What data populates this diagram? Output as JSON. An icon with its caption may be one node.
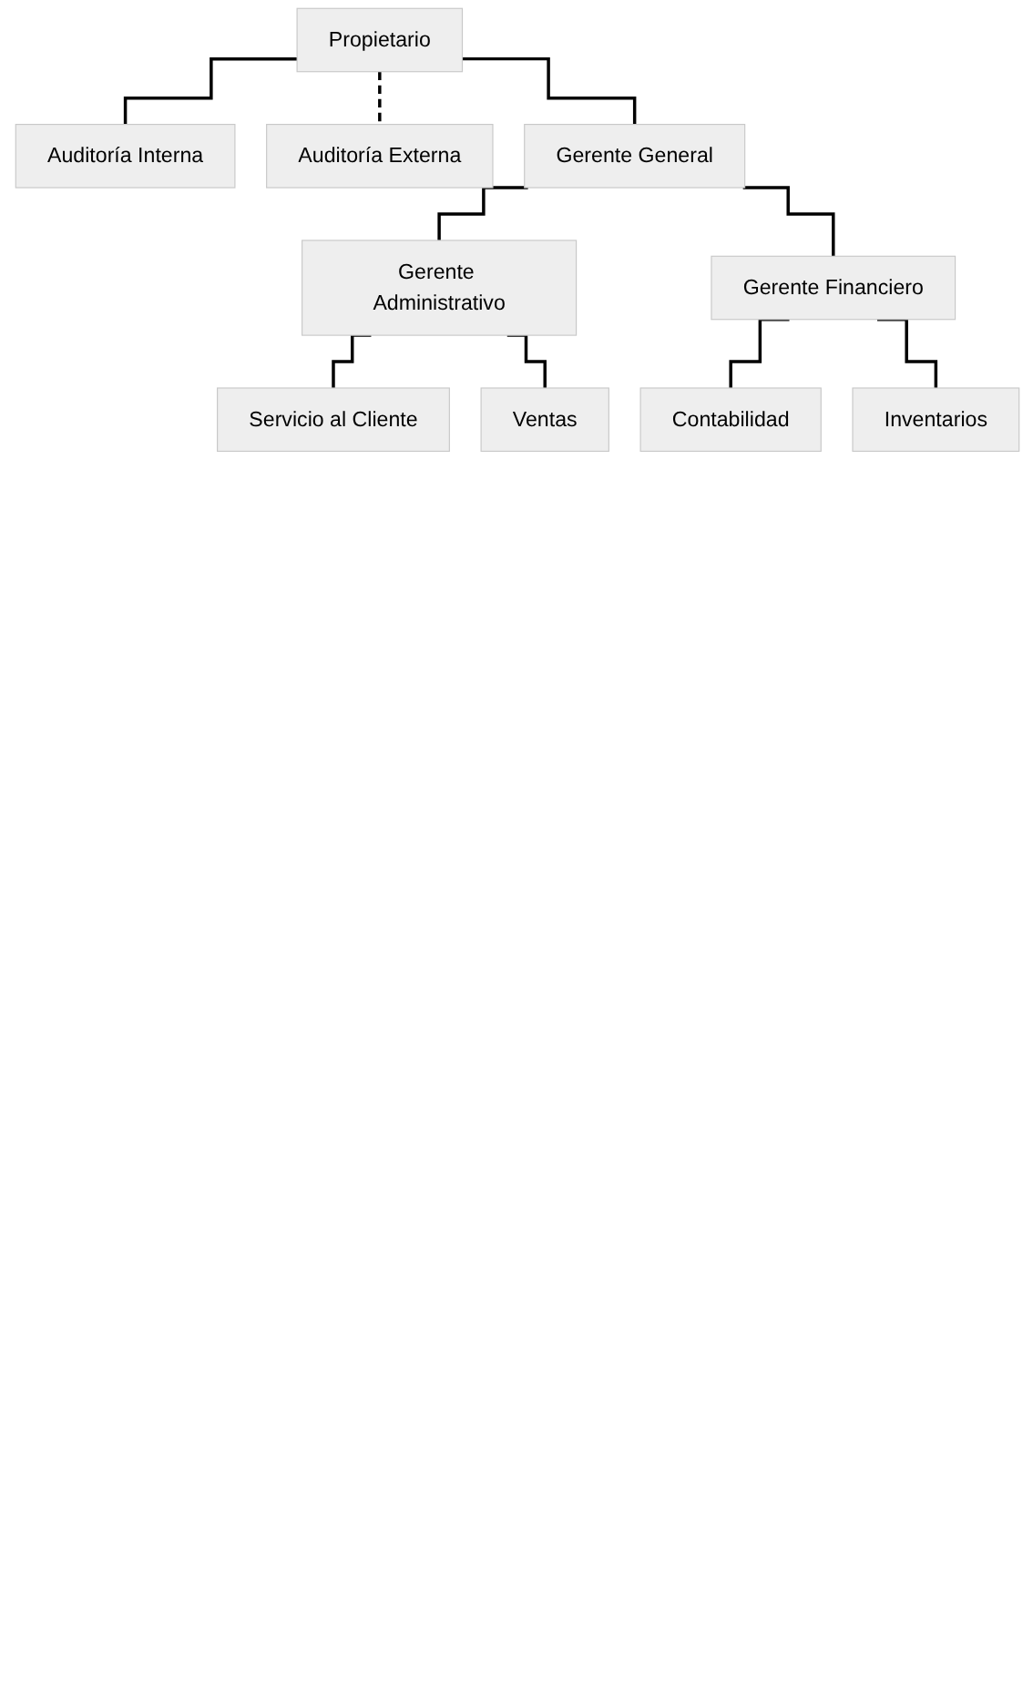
{
  "diagram": {
    "nodes": [
      {
        "text": [
          "Propietario"
        ]
      },
      {
        "text": [
          "Auditoría Interna"
        ]
      },
      {
        "text": [
          "Auditoría Externa"
        ]
      },
      {
        "text": [
          "Gerente General"
        ]
      },
      {
        "text": [
          "Gerente Administrativo"
        ]
      },
      {
        "text": [
          "Gerente Financiero"
        ]
      },
      {
        "text": [
          "Servicio al Cliente"
        ]
      },
      {
        "text": [
          "Ventas"
        ]
      },
      {
        "text": [
          "Contabilidad"
        ]
      },
      {
        "text": [
          "Inventarios"
        ]
      }
    ],
    "edges": [
      {
        "from": 0,
        "to": 1,
        "arrow": "none"
      },
      {
        "from": 0,
        "to": 2,
        "arrow": "none",
        "style": "dashed"
      },
      {
        "from": 0,
        "to": 3,
        "arrow": "none"
      },
      {
        "from": 3,
        "to": 4,
        "arrow": "none"
      },
      {
        "from": 3,
        "to": 5,
        "arrow": "none"
      },
      {
        "from": 4,
        "to": 6,
        "arrow": "none"
      },
      {
        "from": 4,
        "to": 7,
        "arrow": "none"
      },
      {
        "from": 5,
        "to": 8,
        "arrow": "none"
      },
      {
        "from": 5,
        "to": 9,
        "arrow": "none"
      }
    ]
  }
}
